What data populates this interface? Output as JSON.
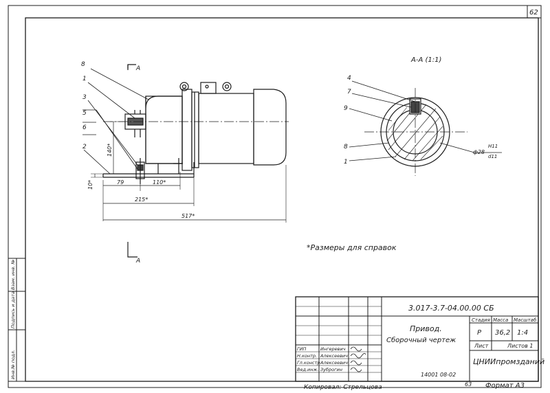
{
  "sheet": {
    "page_number": "62",
    "reference_note": "*Размеры для справок",
    "section_view_arrow_label": "А",
    "section_title": "А-А (1:1)",
    "fit_label": "ф28 H11/d11",
    "fit_label_main": "ф28",
    "fit_tolerance_upper": "H11",
    "fit_tolerance_lower": "d11"
  },
  "part_callouts": {
    "main_view": [
      "8",
      "1",
      "3",
      "5",
      "6",
      "2"
    ],
    "section_view": [
      "4",
      "7",
      "9",
      "8",
      "1"
    ]
  },
  "dimensions": {
    "height_140": "140*",
    "height_10": "10*",
    "width_79": "79",
    "width_110": "110*",
    "width_215": "215*",
    "width_517": "517*"
  },
  "title_block": {
    "doc_code": "3.017-3.7-04.00.00 СБ",
    "name_line1": "Привод.",
    "name_line2": "Сборочный чертеж",
    "stage_header": "Стадия",
    "mass_header": "Масса",
    "scale_header": "Масштаб",
    "stage_value": "Р",
    "mass_value": "36,2",
    "scale_value": "1:4",
    "sheet_label": "Лист",
    "sheets_label": "Листов 1",
    "organization": "ЦНИИпромзданий",
    "roles": [
      {
        "role": "ГИП",
        "name": "Ингеревич"
      },
      {
        "role": "Н.контр.",
        "name": "Алексеевич"
      },
      {
        "role": "Гл.констр.",
        "name": "Алексеевич"
      },
      {
        "role": "Вед.инж.",
        "name": "Зуброгин"
      }
    ]
  },
  "bottom": {
    "copied_by": "Копировал: Стрельцова",
    "inventory": "14001 08-02",
    "number": "63",
    "format": "Формат А3"
  },
  "side_stamp": {
    "cells": [
      "Инв.№ подл.",
      "Подпись и дата",
      "Взам. инв. №"
    ]
  }
}
